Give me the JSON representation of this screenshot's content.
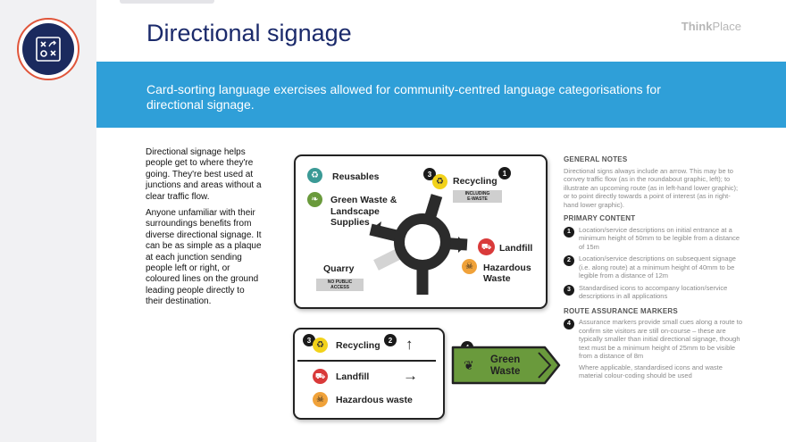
{
  "header": {
    "title": "Directional signage",
    "brand_bold": "Think",
    "brand_light": "Place"
  },
  "banner": {
    "text": "Card-sorting language exercises allowed for community-centred language categorisations for directional signage."
  },
  "intro": {
    "para1": "Directional signage helps people get to where they're going. They're best used at junctions and areas without a clear traffic flow.",
    "para2": "Anyone unfamiliar with their surroundings benefits from diverse directional signage. It can be as simple as a plaque at each junction sending people left or right, or coloured lines on the ground leading people directly to their destination."
  },
  "roundabout_sign": {
    "reusables": "Reusables",
    "green_waste": "Green Waste &\nLandscape\nSupplies",
    "recycling": "Recycling",
    "recycling_tag": "INCLUDING\nE-WASTE",
    "landfill": "Landfill",
    "hazardous": "Hazardous\nWaste",
    "quarry": "Quarry",
    "quarry_tag": "NO PUBLIC\nACCESS",
    "badge_1": "1",
    "badge_3": "3"
  },
  "route_sign": {
    "recycling": "Recycling",
    "landfill": "Landfill",
    "hazardous": "Hazardous waste",
    "arrow_up": "↑",
    "arrow_right": "→",
    "badge_2": "2",
    "badge_3": "3"
  },
  "marker_sign": {
    "text": "Green\nWaste",
    "badge_4": "4"
  },
  "notes": {
    "general_heading": "GENERAL NOTES",
    "general_text": "Directional signs always include an arrow. This may be to convey traffic flow (as in the roundabout graphic, left); to illustrate an upcoming route (as in left-hand lower graphic); or to point directly towards a point of interest (as in right-hand lower graphic).",
    "primary_heading": "PRIMARY CONTENT",
    "primary_items": [
      {
        "num": "1",
        "text": "Location/service descriptions on initial entrance at a minimum height of 50mm to be legible from a distance of 15m"
      },
      {
        "num": "2",
        "text": "Location/service descriptions on subsequent signage (i.e. along route) at a minimum height of 40mm to be legible from a distance of 12m"
      },
      {
        "num": "3",
        "text": "Standardised icons to accompany location/service descriptions in all applications"
      }
    ],
    "route_heading": "ROUTE ASSURANCE MARKERS",
    "route_item_num": "4",
    "route_item_text": "Assurance markers provide small cues along a route to confirm site visitors are still on-course – these are typically smaller than initial directional signage, though text must be a minimum height of 25mm to be visible from a distance of 8m",
    "route_item_text2": "Where applicable, standardised icons and waste material colour-coding should be used"
  },
  "colors": {
    "navy": "#1b2a6b",
    "banner": "#2f9fd8",
    "accent": "#e0553a",
    "green": "#6a9a3c",
    "teal": "#3b9a96",
    "yellow": "#f2d21a",
    "red": "#d93a3a",
    "orange": "#f0a23a"
  }
}
